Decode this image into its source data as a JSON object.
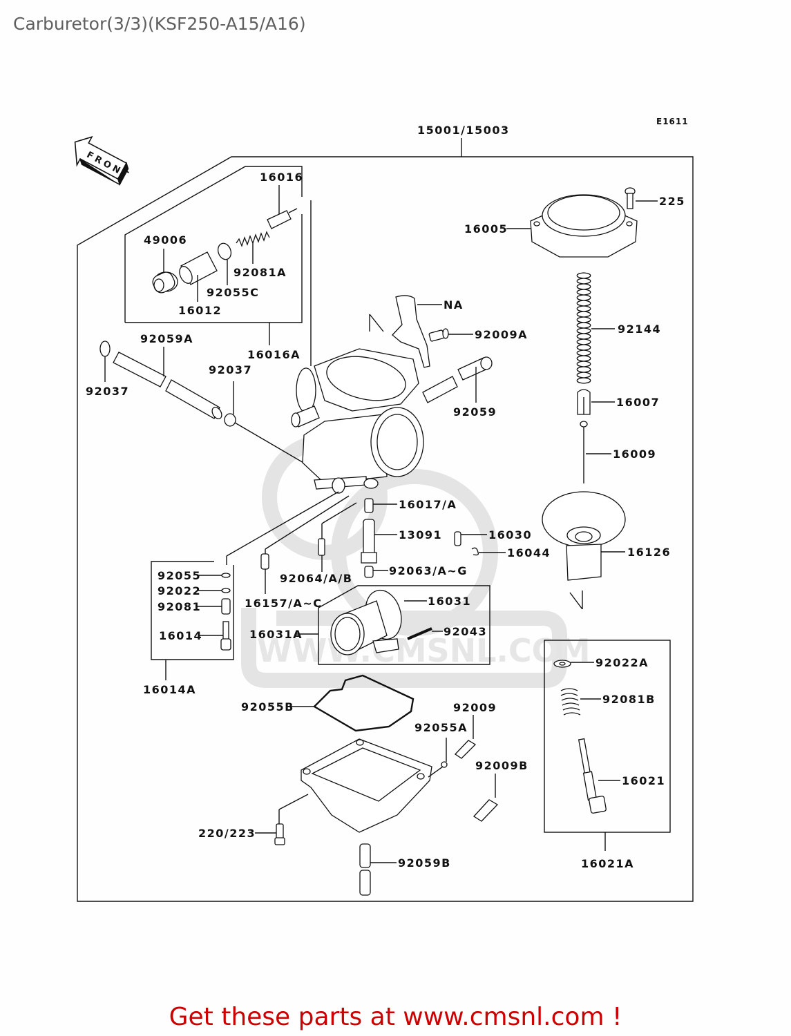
{
  "page": {
    "title": "Carburetor(3/3)(KSF250-A15/A16)",
    "footer_cta": "Get these parts at www.cmsnl.com !",
    "accent_color": "#cc0000"
  },
  "diagram": {
    "figure_code": "E1611",
    "front_indicator": "FRONT",
    "watermark": "WWW.CMSNL.COM",
    "assembly_label": "15001/15003",
    "sub_assemblies": {
      "choke_assembly": "16016A",
      "pilot_screw_assembly": "16014A",
      "air_screw_assembly": "16021A"
    },
    "callouts": {
      "p16016": "16016",
      "p49006": "49006",
      "p92081A": "92081A",
      "p92055C": "92055C",
      "p16012": "16012",
      "p16016A": "16016A",
      "p92059A": "92059A",
      "p92037_left": "92037",
      "p92037_right": "92037",
      "p225": "225",
      "p16005": "16005",
      "pNA": "NA",
      "p92009A": "92009A",
      "p92144": "92144",
      "p92059": "92059",
      "p16007": "16007",
      "p16009": "16009",
      "p16017A": "16017/A",
      "p13091": "13091",
      "p16030": "16030",
      "p16044": "16044",
      "p16126": "16126",
      "p92055": "92055",
      "p92022": "92022",
      "p92081": "92081",
      "p16014": "16014",
      "p92064": "92064/A/B",
      "p92063": "92063/A~G",
      "p16157": "16157/A~C",
      "p16031": "16031",
      "p16031A": "16031A",
      "p92043": "92043",
      "p16014A": "16014A",
      "p92022A": "92022A",
      "p92081B": "92081B",
      "p16021": "16021",
      "p16021A": "16021A",
      "p92055B": "92055B",
      "p92009": "92009",
      "p92055A": "92055A",
      "p92009B": "92009B",
      "p220_223": "220/223",
      "p92059B": "92059B"
    }
  }
}
